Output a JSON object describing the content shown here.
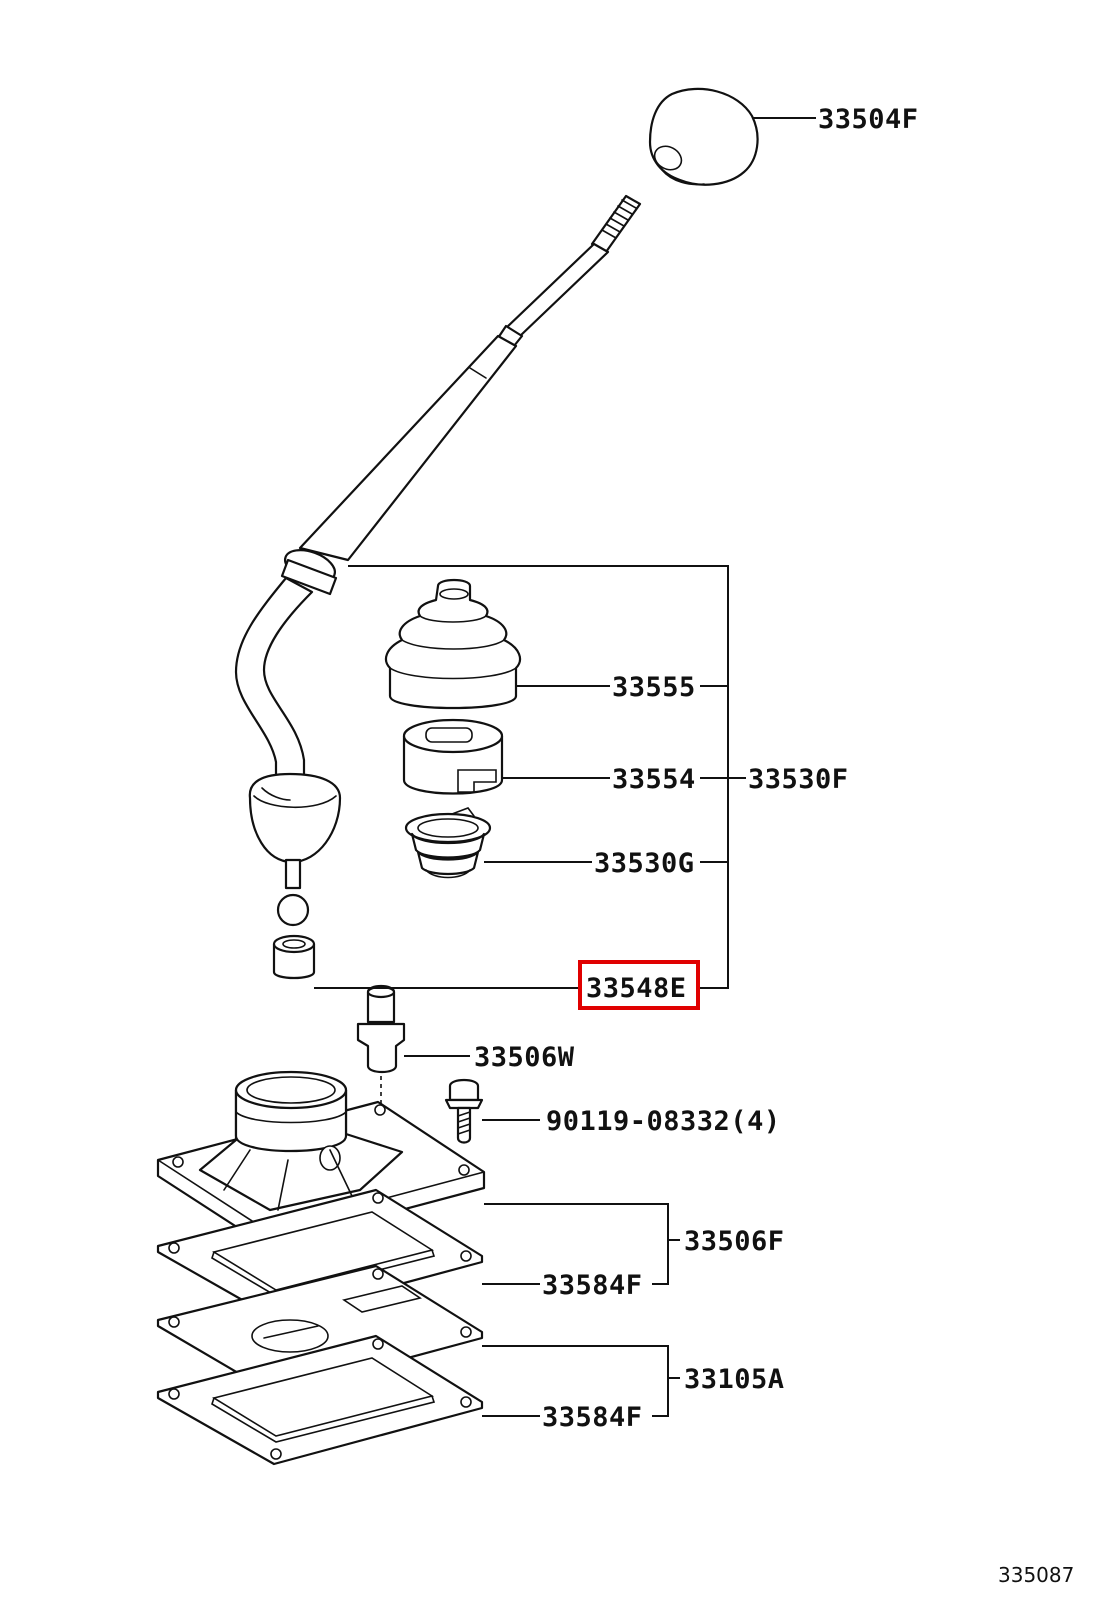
{
  "diagram": {
    "labels": {
      "knob": "33504F",
      "boot": "33555",
      "bushing": "33554",
      "assembly": "33530F",
      "spring_seat": "33530G",
      "highlighted_bushing": "33548E",
      "pin": "33506W",
      "bolt": "90119-08332(4)",
      "retainer": "33506F",
      "gasket_upper": "33584F",
      "plate": "33105A",
      "gasket_lower": "33584F"
    },
    "figure_id": "335087",
    "highlight_color": "#e00000"
  }
}
